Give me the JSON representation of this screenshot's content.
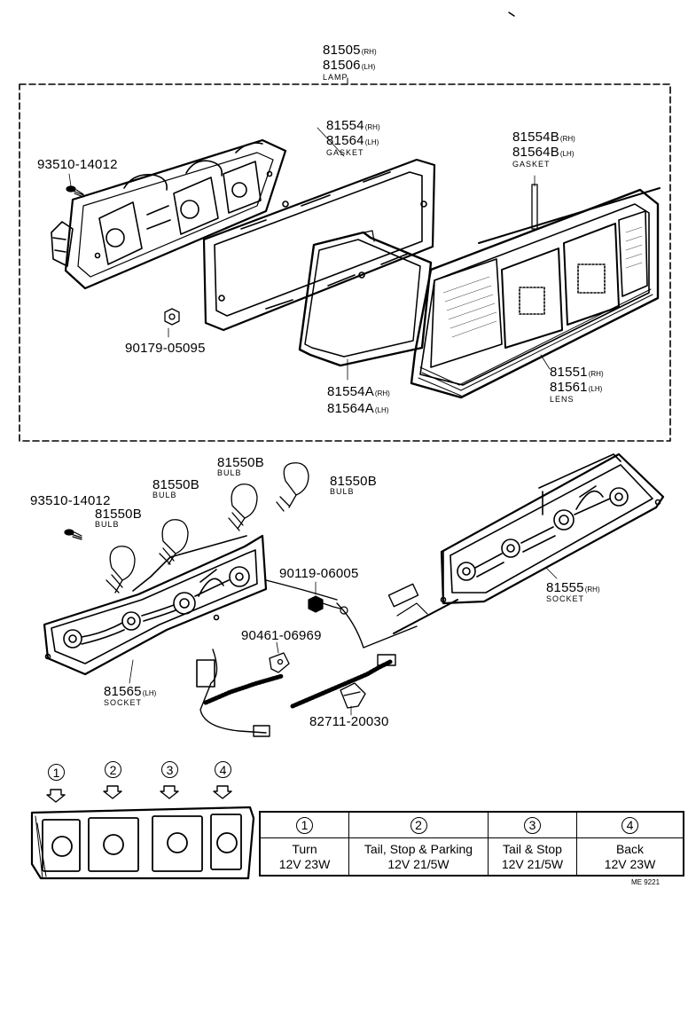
{
  "lamp": {
    "pn_rh": "81505",
    "sfx_rh": "(RH)",
    "pn_lh": "81506",
    "sfx_lh": "(LH)",
    "desc": "LAMP"
  },
  "parts": {
    "screw_top": "93510-14012",
    "nut": "90179-05095",
    "gasket1": {
      "pn_rh": "81554",
      "sfx_rh": "(RH)",
      "pn_lh": "81564",
      "sfx_lh": "(LH)",
      "desc": "GASKET"
    },
    "gasket2": {
      "pn_rh": "81554B",
      "sfx_rh": "(RH)",
      "pn_lh": "81564B",
      "sfx_lh": "(LH)",
      "desc": "GASKET"
    },
    "gasket3": {
      "pn_rh": "81554A",
      "sfx_rh": "(RH)",
      "pn_lh": "81564A",
      "sfx_lh": "(LH)"
    },
    "lens": {
      "pn_rh": "81551",
      "sfx_rh": "(RH)",
      "pn_lh": "81561",
      "sfx_lh": "(LH)",
      "desc": "LENS"
    },
    "screw_bottom": "93510-14012",
    "bulb_a": {
      "pn": "81550B",
      "desc": "BULB"
    },
    "bulb_b": {
      "pn": "81550B",
      "desc": "BULB"
    },
    "bulb_c": {
      "pn": "81550B",
      "desc": "BULB"
    },
    "bulb_d": {
      "pn": "81550B",
      "desc": "BULB"
    },
    "bolt": "90119-06005",
    "clip": "90461-06969",
    "clamp": "82711-20030",
    "socket_rh": {
      "pn": "81555",
      "sfx": "(RH)",
      "desc": "SOCKET"
    },
    "socket_lh": {
      "pn": "81565",
      "sfx": "(LH)",
      "desc": "SOCKET"
    }
  },
  "position_numbers": [
    "1",
    "2",
    "3",
    "4"
  ],
  "bulb_table": [
    {
      "num": "1",
      "function": "Turn",
      "spec": "12V 23W"
    },
    {
      "num": "2",
      "function": "Tail, Stop & Parking",
      "spec": "12V 21/5W"
    },
    {
      "num": "3",
      "function": "Tail & Stop",
      "spec": "12V 21/5W"
    },
    {
      "num": "4",
      "function": "Back",
      "spec": "12V 23W"
    }
  ],
  "diagram_code": "ME 9221"
}
